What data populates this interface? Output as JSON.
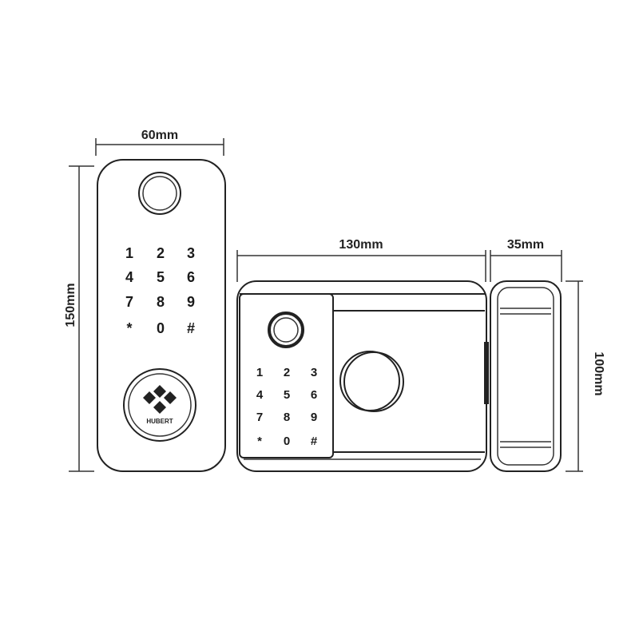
{
  "dimensions": {
    "front_width": "60mm",
    "front_height": "150mm",
    "body_width": "130mm",
    "strike_width": "35mm",
    "body_height": "100mm"
  },
  "keypad": [
    "1",
    "2",
    "3",
    "4",
    "5",
    "6",
    "7",
    "8",
    "9",
    "*",
    "0",
    "#"
  ],
  "brand": "HUBERT"
}
